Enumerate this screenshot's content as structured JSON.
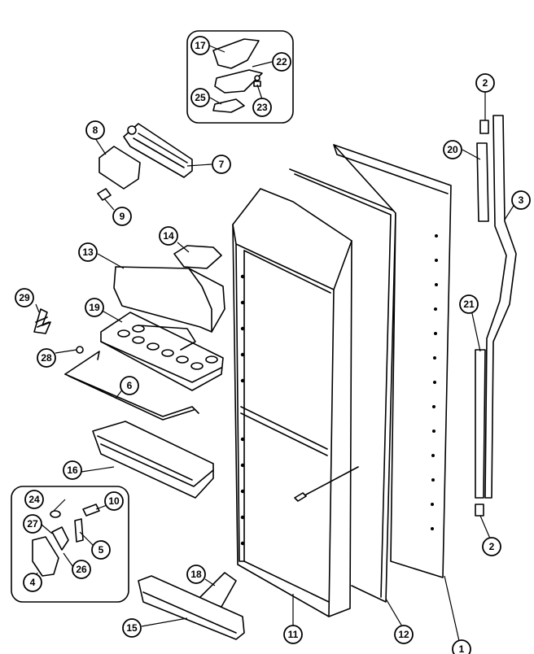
{
  "callouts": [
    {
      "key": "c1",
      "label": "1"
    },
    {
      "key": "c2a",
      "label": "2"
    },
    {
      "key": "c2b",
      "label": "2"
    },
    {
      "key": "c3",
      "label": "3"
    },
    {
      "key": "c4",
      "label": "4"
    },
    {
      "key": "c5",
      "label": "5"
    },
    {
      "key": "c6",
      "label": "6"
    },
    {
      "key": "c7",
      "label": "7"
    },
    {
      "key": "c8",
      "label": "8"
    },
    {
      "key": "c9",
      "label": "9"
    },
    {
      "key": "c10",
      "label": "10"
    },
    {
      "key": "c11",
      "label": "11"
    },
    {
      "key": "c12",
      "label": "12"
    },
    {
      "key": "c13",
      "label": "13"
    },
    {
      "key": "c14",
      "label": "14"
    },
    {
      "key": "c15",
      "label": "15"
    },
    {
      "key": "c16",
      "label": "16"
    },
    {
      "key": "c17",
      "label": "17"
    },
    {
      "key": "c18",
      "label": "18"
    },
    {
      "key": "c19",
      "label": "19"
    },
    {
      "key": "c20",
      "label": "20"
    },
    {
      "key": "c21",
      "label": "21"
    },
    {
      "key": "c22",
      "label": "22"
    },
    {
      "key": "c23",
      "label": "23"
    },
    {
      "key": "c24",
      "label": "24"
    },
    {
      "key": "c25",
      "label": "25"
    },
    {
      "key": "c26",
      "label": "26"
    },
    {
      "key": "c27",
      "label": "27"
    },
    {
      "key": "c28",
      "label": "28"
    },
    {
      "key": "c29",
      "label": "29"
    }
  ]
}
